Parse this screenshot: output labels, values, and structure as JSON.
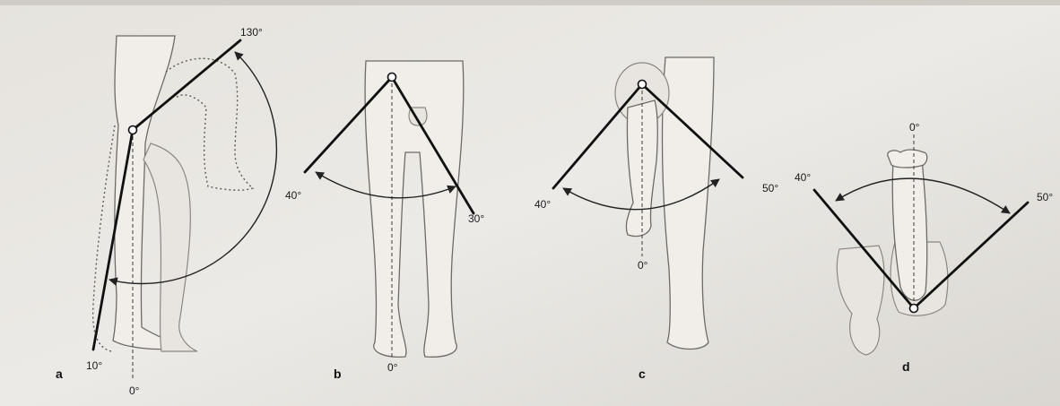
{
  "panels": [
    {
      "letter": "a",
      "labels": {
        "top": "130°",
        "left": "10°",
        "bottom": "0°"
      }
    },
    {
      "letter": "b",
      "labels": {
        "left": "40°",
        "right": "30°",
        "bottom": "0°"
      }
    },
    {
      "letter": "c",
      "labels": {
        "left": "40°",
        "right": "50°",
        "bottom": "0°"
      }
    },
    {
      "letter": "d",
      "labels": {
        "left": "40°",
        "right": "50°",
        "top": "0°"
      }
    }
  ]
}
